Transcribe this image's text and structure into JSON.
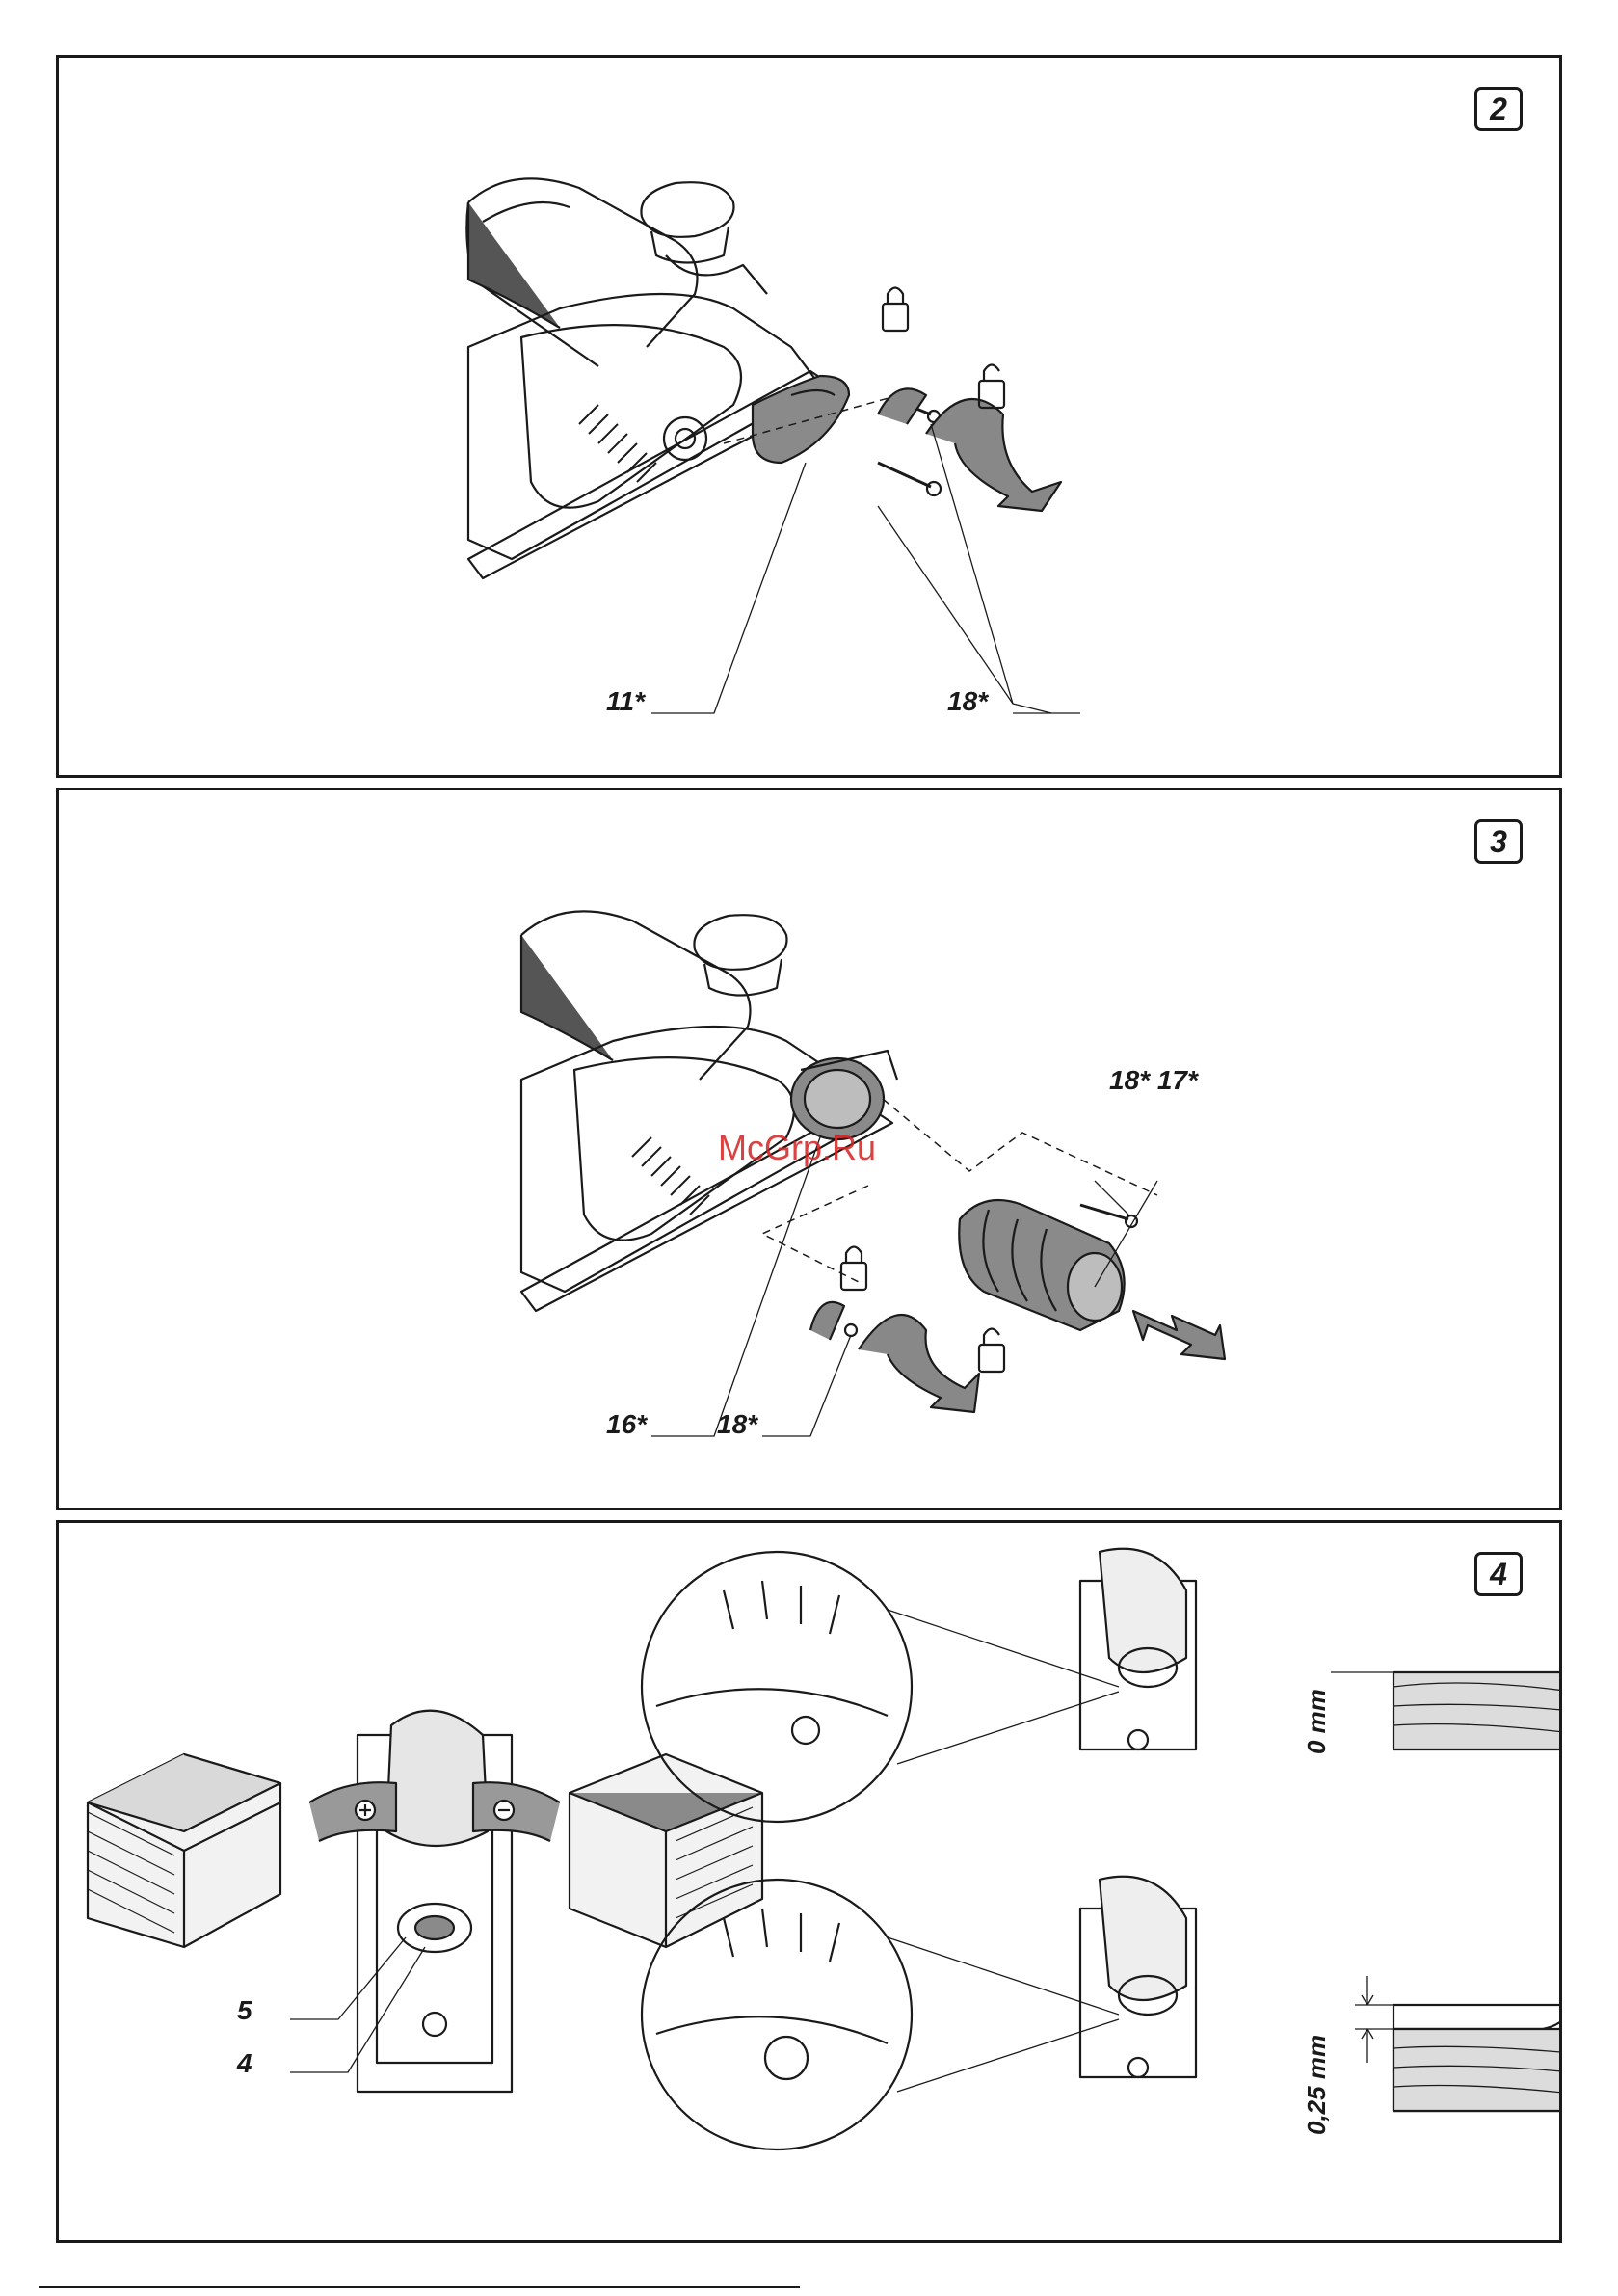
{
  "figures": [
    {
      "number": "2",
      "callouts": [
        "11*",
        "18*"
      ]
    },
    {
      "number": "3",
      "callouts": [
        "18* 17*",
        "16*",
        "18*"
      ]
    },
    {
      "number": "4",
      "callouts": [
        "5",
        "4"
      ],
      "measurements": [
        "0 mm",
        "0,25 mm"
      ]
    }
  ],
  "watermark": "McGrp.Ru"
}
